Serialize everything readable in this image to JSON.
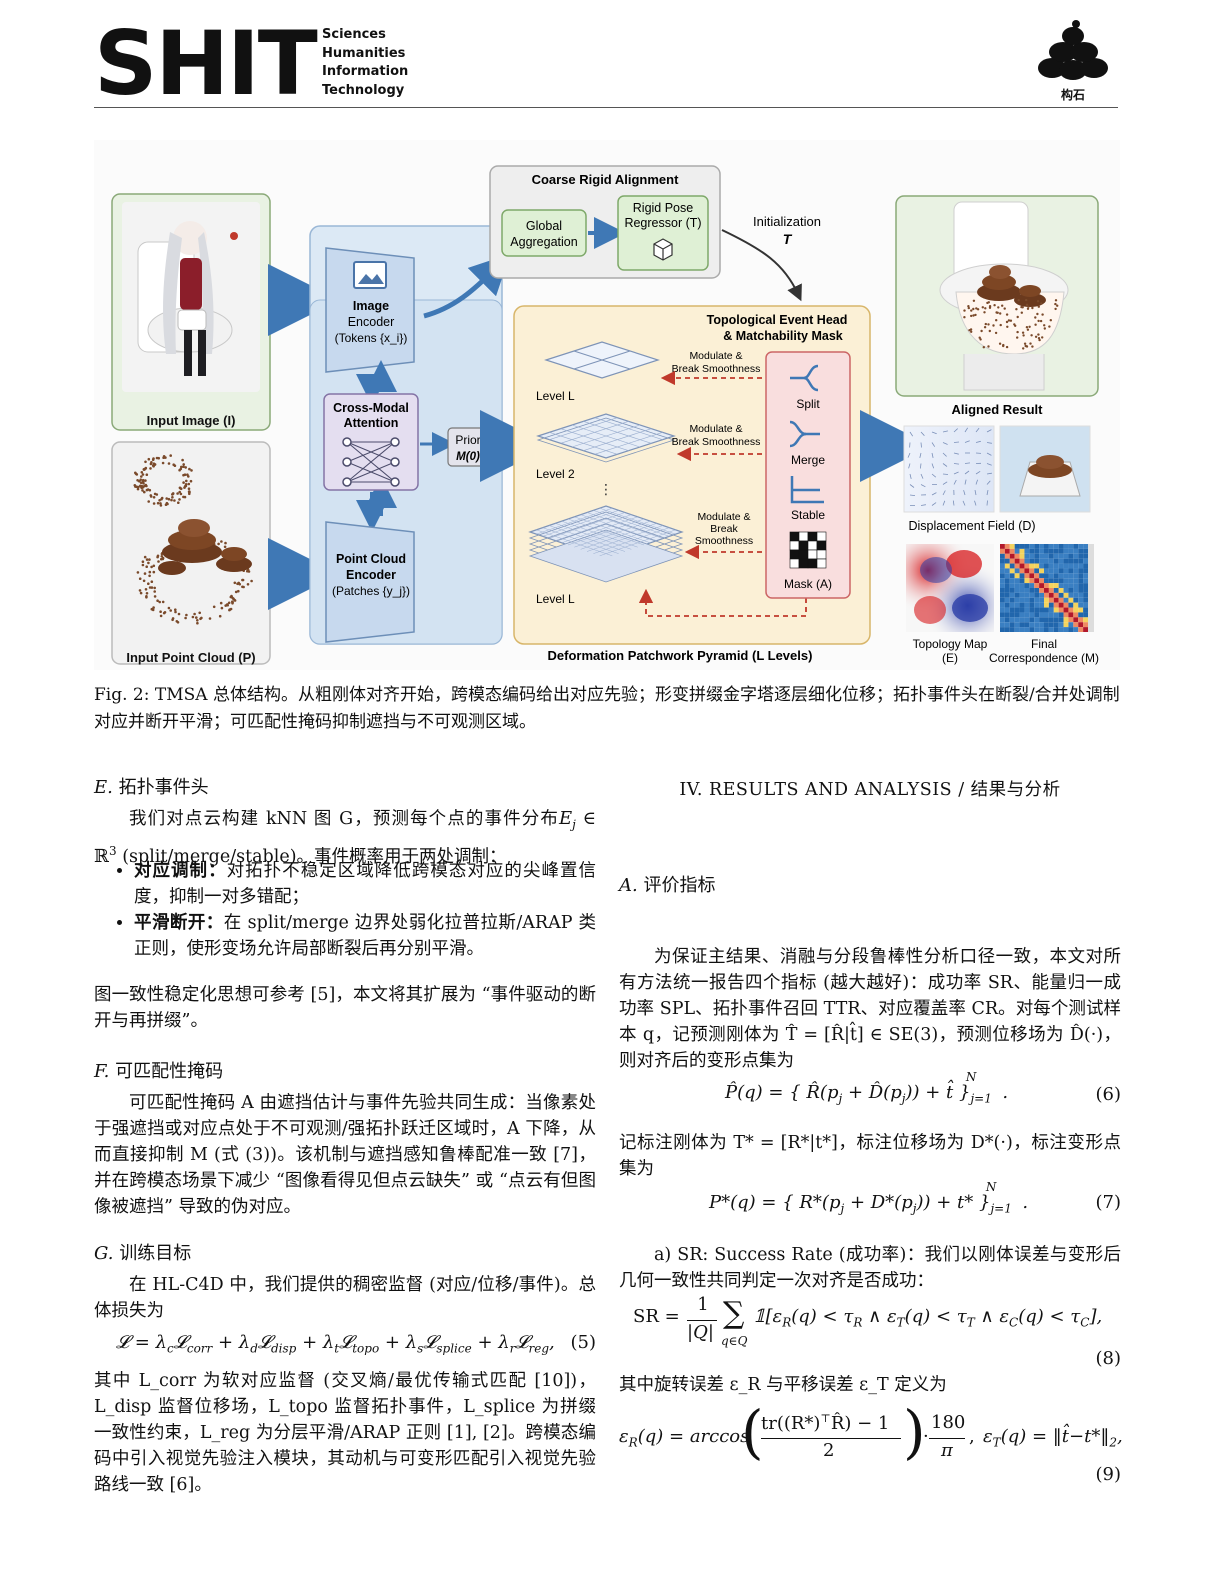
{
  "header": {
    "logo": "SHIT",
    "logo_lines": [
      "Sciences",
      "Humanities",
      "Information",
      "Technology"
    ],
    "badge": "构石"
  },
  "figure": {
    "input_image_label": "Input Image (I)",
    "input_cloud_label": "Input Point Cloud (P)",
    "image_encoder": [
      "Image",
      "Encoder",
      "(Tokens {x_i})"
    ],
    "cross_modal": [
      "Cross-Modal",
      "Attention"
    ],
    "point_encoder": [
      "Point Cloud",
      "Encoder",
      "(Patches {y_j})"
    ],
    "prior": [
      "Prior",
      "M(0)"
    ],
    "coarse_title": "Coarse Rigid Alignment",
    "global_agg": [
      "Global",
      "Aggregation"
    ],
    "rigid_pose": [
      "Rigid Pose",
      "Regressor (T)"
    ],
    "initialization": [
      "Initialization",
      "T"
    ],
    "topo_head": [
      "Topological Event Head",
      "& Matchability Mask"
    ],
    "modulate1": [
      "Modulate &",
      "Break Smoothness"
    ],
    "modulate2": [
      "Modulate &",
      "Break Smoothness"
    ],
    "modulate3": [
      "Modulate &",
      "Break",
      "Smoothness"
    ],
    "level_top": "Level L",
    "level_mid": "Level 2",
    "level_bot": "Level L",
    "event_split": "Split",
    "event_merge": "Merge",
    "event_stable": "Stable",
    "mask_label": "Mask (A)",
    "pyramid_label": "Deformation Patchwork Pyramid (L Levels)",
    "aligned_label": "Aligned Result",
    "displacement_label": "Displacement Field (D)",
    "topology_map_label": [
      "Topology Map",
      "(E)"
    ],
    "final_corr_label": [
      "Final",
      "Correspondence (M)"
    ],
    "colors": {
      "blue_panel": "#dce9f5",
      "green_panel": "#dff0d5",
      "yellow_panel": "#fbf0d6",
      "pink_panel": "#f9dede",
      "purple_box": "#e4def0",
      "arrow": "#3f78b5"
    }
  },
  "caption": "Fig. 2: TMSA 总体结构。从粗刚体对齐开始，跨模态编码给出对应先验；形变拼缀金字塔逐层细化位移；拓扑事件头在断裂/合并处调制对应并断开平滑；可匹配性掩码抑制遮挡与不可观测区域。",
  "left": {
    "secE": {
      "letter": "E.",
      "title": "拓扑事件头"
    },
    "secE_p1a": "我们对点云构建 kNN 图 G，预测每个点的事件分布",
    "secE_p1b": "E",
    "secE_p1c": "(split/merge/stable)。事件概率用于两处调制：",
    "bullet1_bold": "对应调制：",
    "bullet1_text": "对拓扑不稳定区域降低跨模态对应的尖峰置信度，抑制一对多错配；",
    "bullet2_bold": "平滑断开：",
    "bullet2_text": "在 split/merge 边界处弱化拉普拉斯/ARAP 类正则，使形变场允许局部断裂后再分别平滑。",
    "secE_p2": "图一致性稳定化思想可参考 [5]，本文将其扩展为 “事件驱动的断开与再拼缀”。",
    "secF": {
      "letter": "F.",
      "title": "可匹配性掩码"
    },
    "secF_p": "可匹配性掩码 A 由遮挡估计与事件先验共同生成：当像素处于强遮挡或对应点处于不可观测/强拓扑跃迁区域时，A 下降，从而直接抑制 M (式 (3))。该机制与遮挡感知鲁棒配准一致 [7]，并在跨模态场景下减少 “图像看得见但点云缺失” 或 “点云有但图像被遮挡” 导致的伪对应。",
    "secG": {
      "letter": "G.",
      "title": "训练目标"
    },
    "secG_p1": "在 HL-C4D 中，我们提供的稠密监督 (对应/位移/事件)。总体损失为",
    "eq5_num": "(5)",
    "secG_p2": "其中 L_corr 为软对应监督 (交叉熵/最优传输式匹配 [10])，L_disp 监督位移场，L_topo 监督拓扑事件，L_splice 为拼缀一致性约束，L_reg 为分层平滑/ARAP 正则 [1], [2]。跨模态编码中引入视觉先验注入模块，其动机与可变形匹配引入视觉先验路线一致 [6]。"
  },
  "right": {
    "sec_title": "IV. RESULTS AND ANALYSIS / 结果与分析",
    "secA": {
      "letter": "A.",
      "title": "评价指标"
    },
    "secA_p1": "为保证主结果、消融与分段鲁棒性分析口径一致，本文对所有方法统一报告四个指标 (越大越好)：成功率 SR、能量归一成功率 SPL、拓扑事件召回 TTR、对应覆盖率 CR。对每个测试样本 q，记预测刚体为 T̂ = [R̂|t̂] ∈ SE(3)，预测位移场为 D̂(·)，则对齐后的变形点集为",
    "eq6_num": "(6)",
    "secA_p2": "记标注刚体为 T* = [R*|t*]，标注位移场为 D*(·)，标注变形点集为",
    "eq7_num": "(7)",
    "sr_intro": "a) SR: Success Rate (成功率)：我们以刚体误差与变形后几何一致性共同判定一次对齐是否成功：",
    "eq8_num": "(8)",
    "rot_intro": "其中旋转误差 ε_R 与平移误差 ε_T 定义为",
    "eq9_num": "(9)"
  }
}
